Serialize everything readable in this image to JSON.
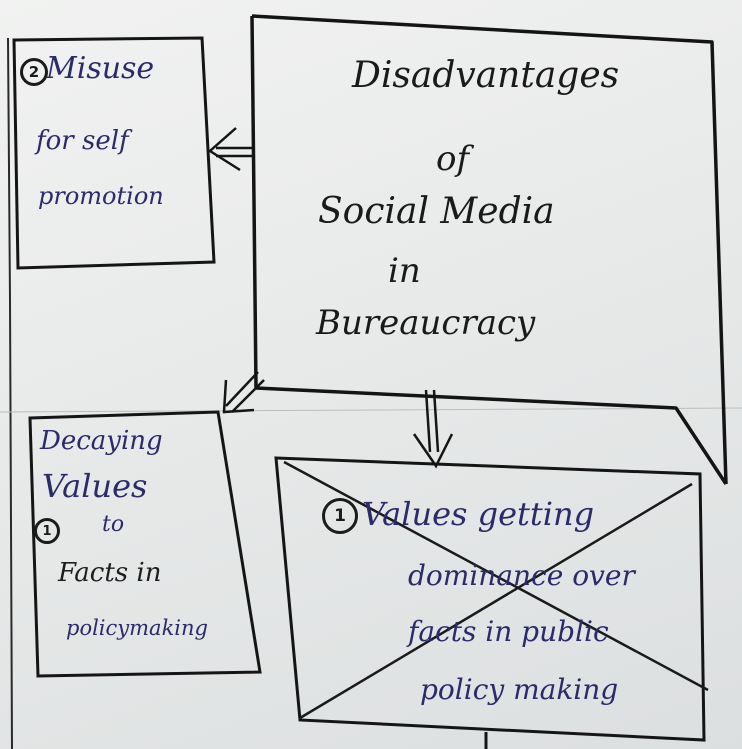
{
  "center": {
    "lines": [
      "Disadvantages",
      "of",
      "Social Media",
      "in",
      "Bureaucracy"
    ]
  },
  "box_top_left": {
    "number": "2",
    "lines": [
      "Misuse",
      "for self",
      "promotion"
    ]
  },
  "box_bottom_left": {
    "number": "1",
    "lines": [
      "Decaying",
      "Values",
      "to",
      "Facts in",
      "policymaking"
    ]
  },
  "box_bottom_right": {
    "number": "1",
    "lines": [
      "Values getting",
      "dominance over",
      "facts in public",
      "policy making"
    ]
  }
}
